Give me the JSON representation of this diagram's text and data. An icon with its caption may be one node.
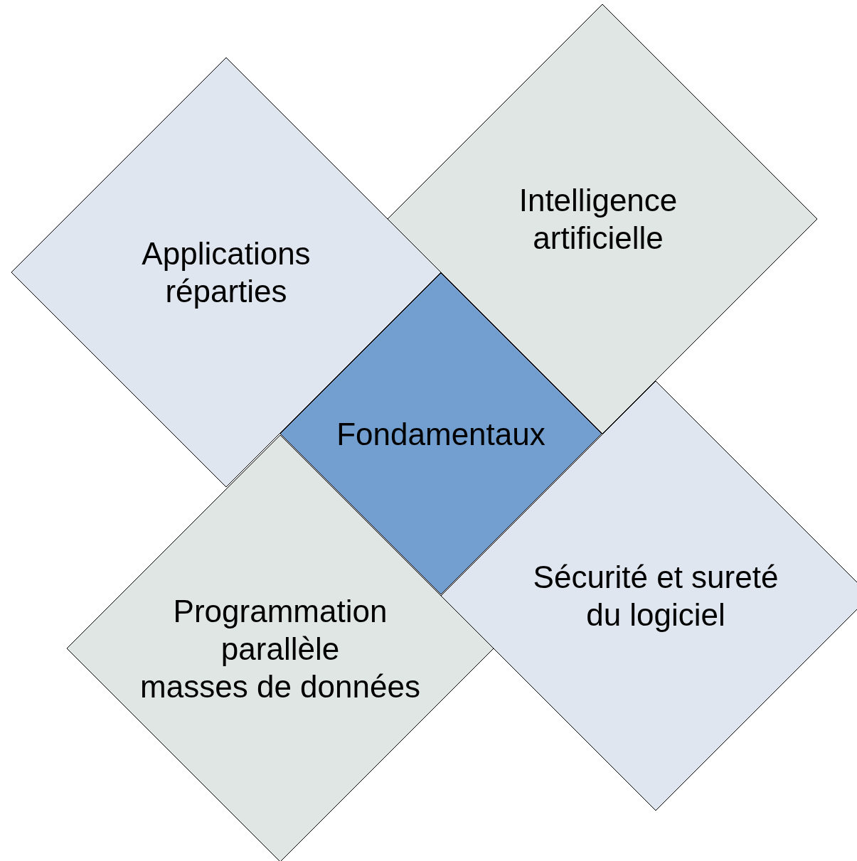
{
  "diagram": {
    "nodes": [
      {
        "text": [
          "Applications réparties"
        ]
      },
      {
        "text": [
          "Intelligence artificielle"
        ]
      },
      {
        "text": [
          "Fondamentaux"
        ]
      },
      {
        "text": [
          "Programmation parallèle",
          "masses de données"
        ]
      },
      {
        "text": [
          "Sécurité et sureté du logiciel"
        ]
      }
    ]
  }
}
